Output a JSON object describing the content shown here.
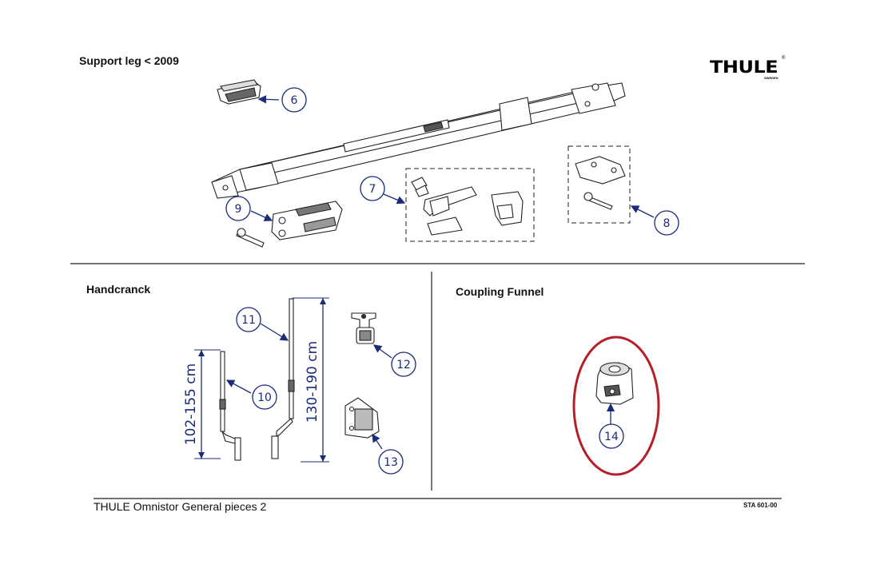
{
  "sections": {
    "support_leg": "Support leg < 2009",
    "handcrank": "Handcranck",
    "coupling_funnel": "Coupling Funnel"
  },
  "logo": {
    "brand": "THULE",
    "sub": "SWEDEN",
    "reg": "®"
  },
  "footer": {
    "title": "THULE Omnistor General pieces  2",
    "code": "STA 601-00"
  },
  "callouts": {
    "c6": "6",
    "c7": "7",
    "c8": "8",
    "c9": "9",
    "c10": "10",
    "c11": "11",
    "c12": "12",
    "c13": "13",
    "c14": "14"
  },
  "dimensions": {
    "short": "102-155 cm",
    "long": "130-190 cm"
  },
  "colors": {
    "callout": "#1a2b7a",
    "highlight": "#b3202a",
    "line": "#222222"
  }
}
